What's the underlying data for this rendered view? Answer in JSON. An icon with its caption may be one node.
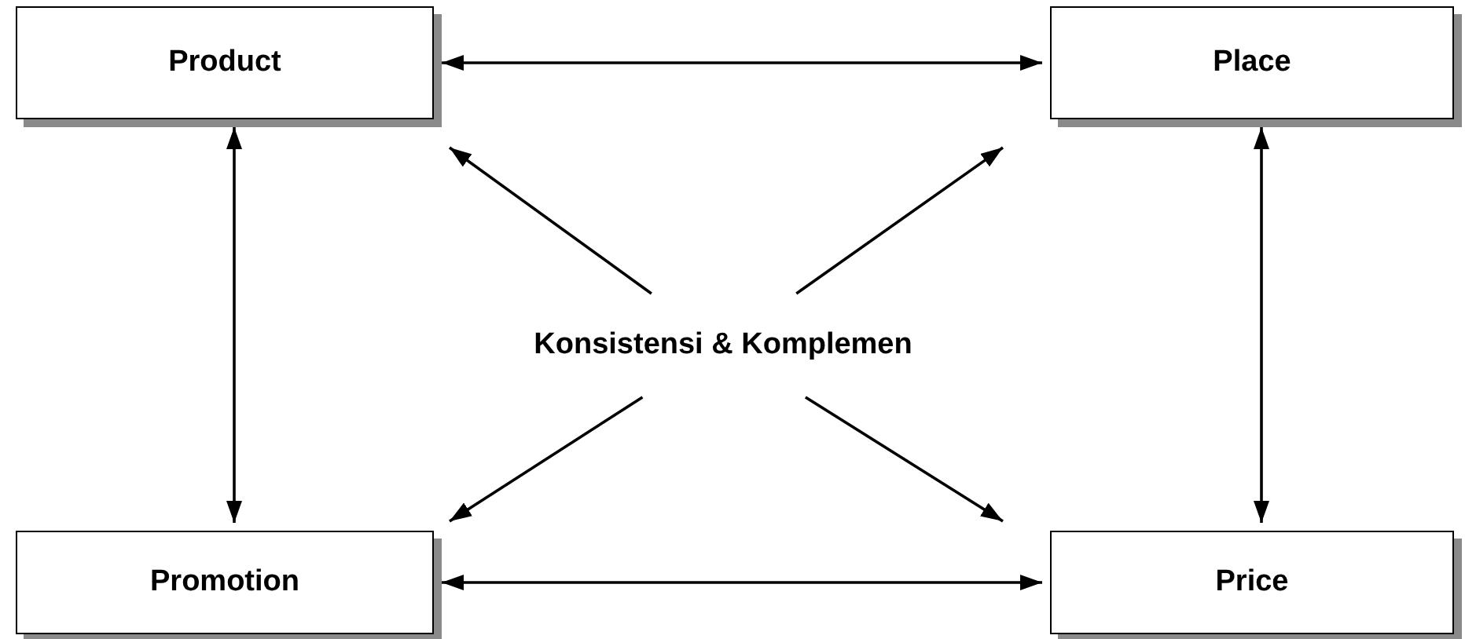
{
  "diagram": {
    "nodes": [
      {
        "text": [
          "Product"
        ]
      },
      {
        "text": [
          "Place"
        ]
      },
      {
        "text": [
          "Konsistensi & Komplemen"
        ]
      },
      {
        "text": [
          "Promotion"
        ]
      },
      {
        "text": [
          "Price"
        ]
      }
    ],
    "edges": [
      {
        "from": 0,
        "to": 1,
        "arrow": "both"
      },
      {
        "from": 0,
        "to": 3,
        "arrow": "both"
      },
      {
        "from": 1,
        "to": 4,
        "arrow": "both"
      },
      {
        "from": 3,
        "to": 4,
        "arrow": "both"
      },
      {
        "from": 2,
        "to": 0,
        "arrow": "to"
      },
      {
        "from": 2,
        "to": 1,
        "arrow": "to"
      },
      {
        "from": 2,
        "to": 3,
        "arrow": "to"
      },
      {
        "from": 2,
        "to": 4,
        "arrow": "to"
      }
    ]
  }
}
